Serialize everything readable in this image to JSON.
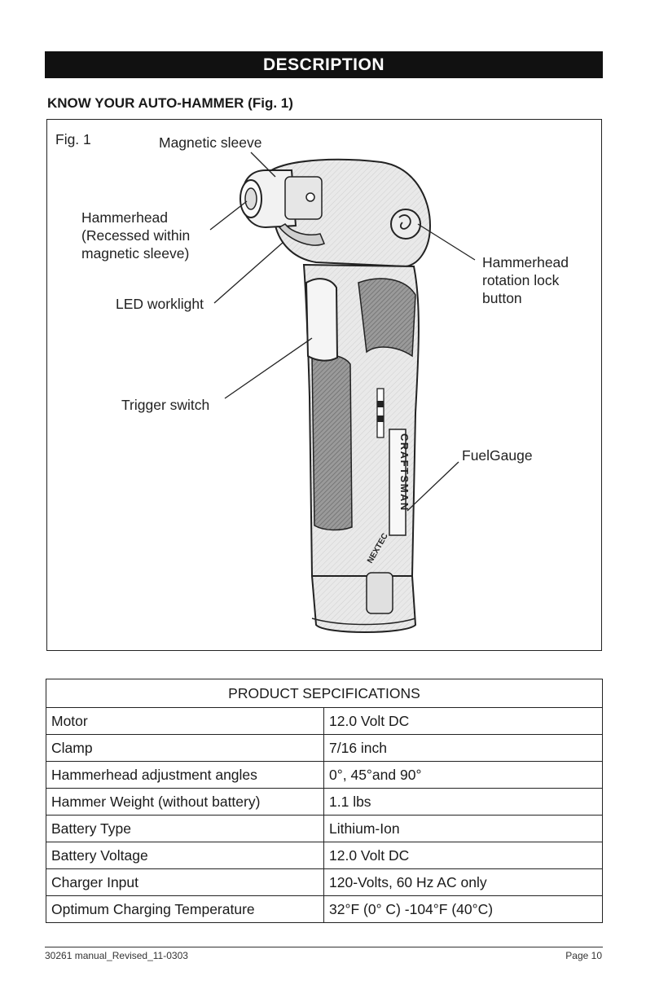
{
  "banner": "DESCRIPTION",
  "section_title": "KNOW YOUR AUTO-HAMMER (Fig. 1)",
  "figure": {
    "fig_label": "Fig. 1",
    "callouts": {
      "magnetic_sleeve": "Magnetic sleeve",
      "hammerhead_1": "Hammerhead",
      "hammerhead_2": "(Recessed within",
      "hammerhead_3": "magnetic sleeve)",
      "led_worklight": "LED worklight",
      "trigger_switch": "Trigger switch",
      "rotation_lock_1": "Hammerhead",
      "rotation_lock_2": "rotation lock",
      "rotation_lock_3": "button",
      "fuel_gauge": "FuelGauge"
    },
    "brand_text": "CRAFTSMAN",
    "battery_text": "NEXTEC"
  },
  "specs": {
    "title": "PRODUCT SEPCIFICATIONS",
    "rows": [
      {
        "label": "Motor",
        "value": "12.0 Volt DC"
      },
      {
        "label": "Clamp",
        "value": "7/16 inch"
      },
      {
        "label": "Hammerhead adjustment angles",
        "value": "0°, 45°and 90°"
      },
      {
        "label": "Hammer Weight (without battery)",
        "value": "1.1 lbs"
      },
      {
        "label": "Battery Type",
        "value": "Lithium-Ion"
      },
      {
        "label": "Battery Voltage",
        "value": "12.0 Volt DC"
      },
      {
        "label": "Charger Input",
        "value": "120-Volts, 60 Hz AC only"
      },
      {
        "label": "Optimum Charging Temperature",
        "value": "32°F (0° C) -104°F (40°C)"
      }
    ]
  },
  "footer": {
    "left": "30261 manual_Revised_11-0303",
    "right": "Page 10"
  }
}
